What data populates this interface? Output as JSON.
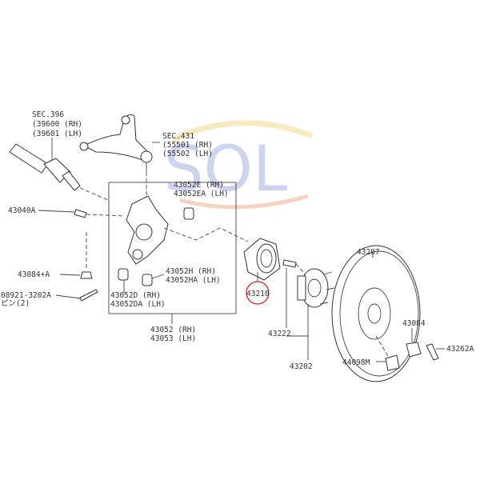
{
  "logo": {
    "text": "SOL",
    "colors": {
      "letters": "#5a6fc4",
      "arc_yellow": "#f2d98a",
      "arc_orange": "#f0b090"
    }
  },
  "highlight_color": "#e02020",
  "labels": {
    "sec396": [
      "SEC.396",
      "(39600 (RH)",
      "(39601 (LH)"
    ],
    "sec431": [
      "SEC.431",
      "(55501 (RH)",
      "(55502 (LH)"
    ],
    "p43052e": [
      "43052E (RH)",
      "43052EA (LH)"
    ],
    "p43040a": "43040A",
    "p43084a": "43084+A",
    "p08921": [
      "08921-3202A",
      "ピン(2)"
    ],
    "p43052h": [
      "43052H (RH)",
      "43052HA (LH)"
    ],
    "p43052d": [
      "43052D (RH)",
      "43052DA (LH)"
    ],
    "p43052": [
      "43052 (RH)",
      "43053 (LH)"
    ],
    "p43210": "43210",
    "p43222": "43222",
    "p43202": "43202",
    "p43207": "43207",
    "p43084": "43084",
    "p43262a": "43262A",
    "p44098m": "44098M"
  }
}
